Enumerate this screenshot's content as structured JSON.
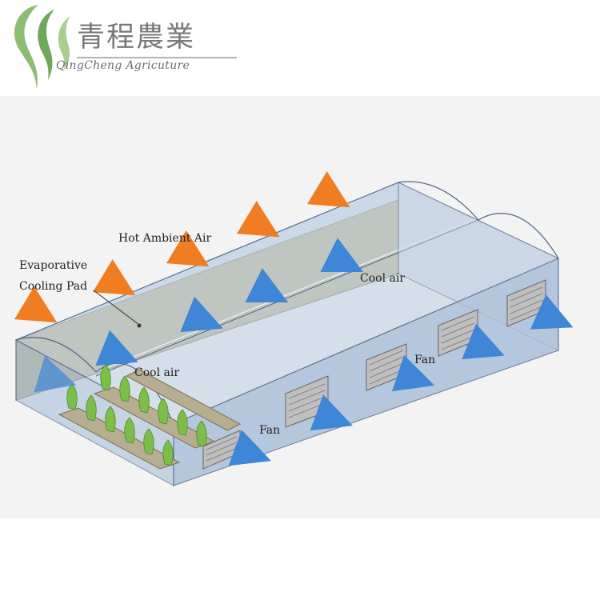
{
  "logo": {
    "name_cn": "青程農業",
    "name_en": "QingCheng Agricuture"
  },
  "diagram": {
    "labels": {
      "hot_ambient_air": "Hot Ambient Air",
      "evaporative": "Evaporative",
      "cooling_pad": "Cooling Pad",
      "cool_air_top": "Cool air",
      "cool_air_bottom": "Cool air",
      "fan_front": "Fan",
      "fan_back": "Fan"
    },
    "colors": {
      "hot_air_arrow": "#f07d21",
      "cool_air_arrow": "#4a90d9",
      "cooling_pad": "#a7a07a",
      "greenhouse_body": "#b7c9de",
      "plants": "#7cbe4a"
    }
  }
}
